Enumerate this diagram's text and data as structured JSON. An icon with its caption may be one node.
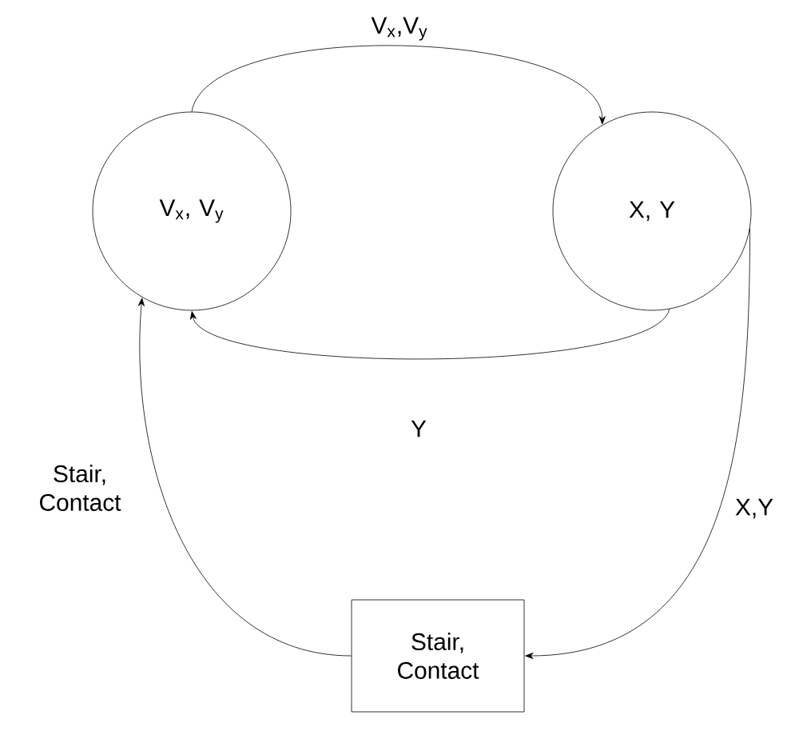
{
  "diagram": {
    "nodes": [
      {
        "text": [
          "V$_{x}$, V$_{y}$"
        ]
      },
      {
        "text": [
          "X, Y"
        ]
      },
      {
        "text": [
          "Stair, Contact"
        ]
      }
    ],
    "edges": [
      {
        "from": 0,
        "to": 1,
        "arrow": "to",
        "label": "V$_{x}$,V$_{y}$"
      },
      {
        "from": 1,
        "to": 0,
        "arrow": "to",
        "label": "Y"
      },
      {
        "from": 1,
        "to": 2,
        "arrow": "to",
        "label": "X,Y"
      },
      {
        "from": 2,
        "to": 0,
        "arrow": "to",
        "label": "Stair, Contact"
      }
    ]
  }
}
